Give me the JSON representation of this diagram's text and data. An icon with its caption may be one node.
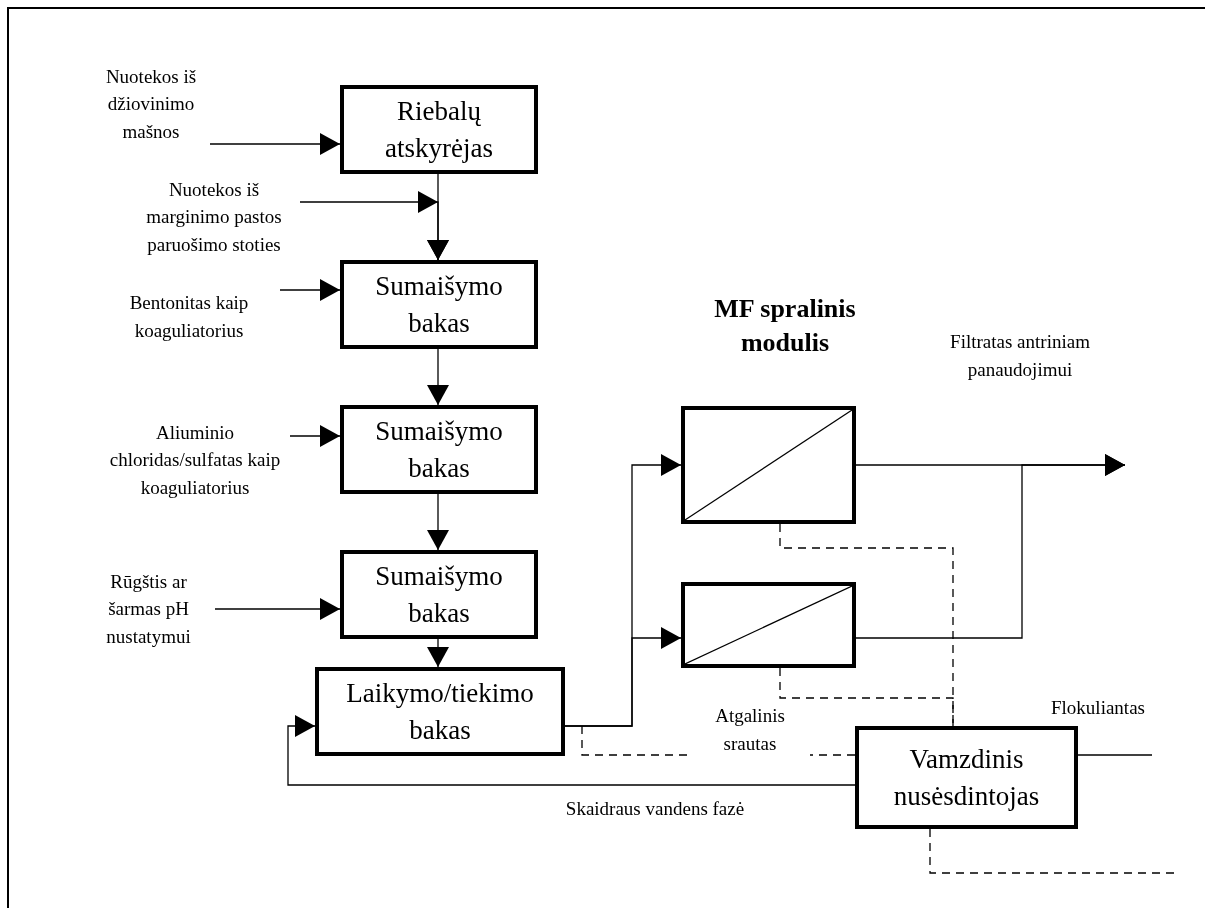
{
  "diagram": {
    "nodes": [
      {
        "text": [
          "Nuotekos iš džiovinimo mašnos"
        ]
      },
      {
        "text": [
          "Riebalų atskyrėjas"
        ]
      },
      {
        "text": [
          "Nuotekos iš marginimo pastos paruošimo stoties"
        ]
      },
      {
        "text": [
          "Sumaišymo bakas"
        ]
      },
      {
        "text": [
          "Bentonitas kaip koaguliatorius"
        ]
      },
      {
        "text": [
          "Sumaišymo bakas"
        ]
      },
      {
        "text": [
          "Aliuminio chloridas/sulfatas kaip koaguliatorius"
        ]
      },
      {
        "text": [
          "Sumaišymo bakas"
        ]
      },
      {
        "text": [
          "Rūgštis ar šarmas pH nustatymui"
        ]
      },
      {
        "text": [
          "Laikymo/tiekimo bakas"
        ]
      },
      {
        "text": [],
        "shape": "box"
      },
      {
        "text": [],
        "shape": "box"
      },
      {
        "text": [
          "Vamzdinis nusėsdintojas"
        ]
      }
    ],
    "edges": [
      {
        "from": 0,
        "to": 1,
        "arrow": "to"
      },
      {
        "from": 1,
        "to": 3,
        "arrow": "to"
      },
      {
        "from": 2,
        "to": 3,
        "arrow": "to"
      },
      {
        "from": 4,
        "to": 3,
        "arrow": "to"
      },
      {
        "from": 3,
        "to": 5,
        "arrow": "to"
      },
      {
        "from": 6,
        "to": 5,
        "arrow": "to"
      },
      {
        "from": 5,
        "to": 7,
        "arrow": "to"
      },
      {
        "from": 8,
        "to": 7,
        "arrow": "to"
      },
      {
        "from": 7,
        "to": 9,
        "arrow": "to"
      },
      {
        "from": 9,
        "to": 10,
        "arrow": "to"
      },
      {
        "from": 9,
        "to": 11,
        "arrow": "to"
      },
      {
        "from": 10,
        "to": null,
        "arrow": "to"
      },
      {
        "from": 11,
        "to": null,
        "arrow": "to"
      },
      {
        "from": 10,
        "to": 12,
        "arrow": "none",
        "style": "dashed"
      },
      {
        "from": 11,
        "to": 12,
        "arrow": "none",
        "style": "dashed"
      },
      {
        "from": 12,
        "to": null,
        "arrow": "none",
        "style": "dashed",
        "label": "Atgalinis srautas"
      },
      {
        "from": 12,
        "to": 9,
        "arrow": "to",
        "label": "Skaidraus vandens fazė"
      },
      {
        "from": null,
        "to": 12,
        "arrow": "none",
        "label": "Flokuliantas"
      },
      {
        "from": 12,
        "to": null,
        "arrow": "none",
        "style": "dashed"
      }
    ],
    "labels": [
      "MF spralinis modulis",
      "Filtratas antriniam panaudojimui"
    ]
  }
}
